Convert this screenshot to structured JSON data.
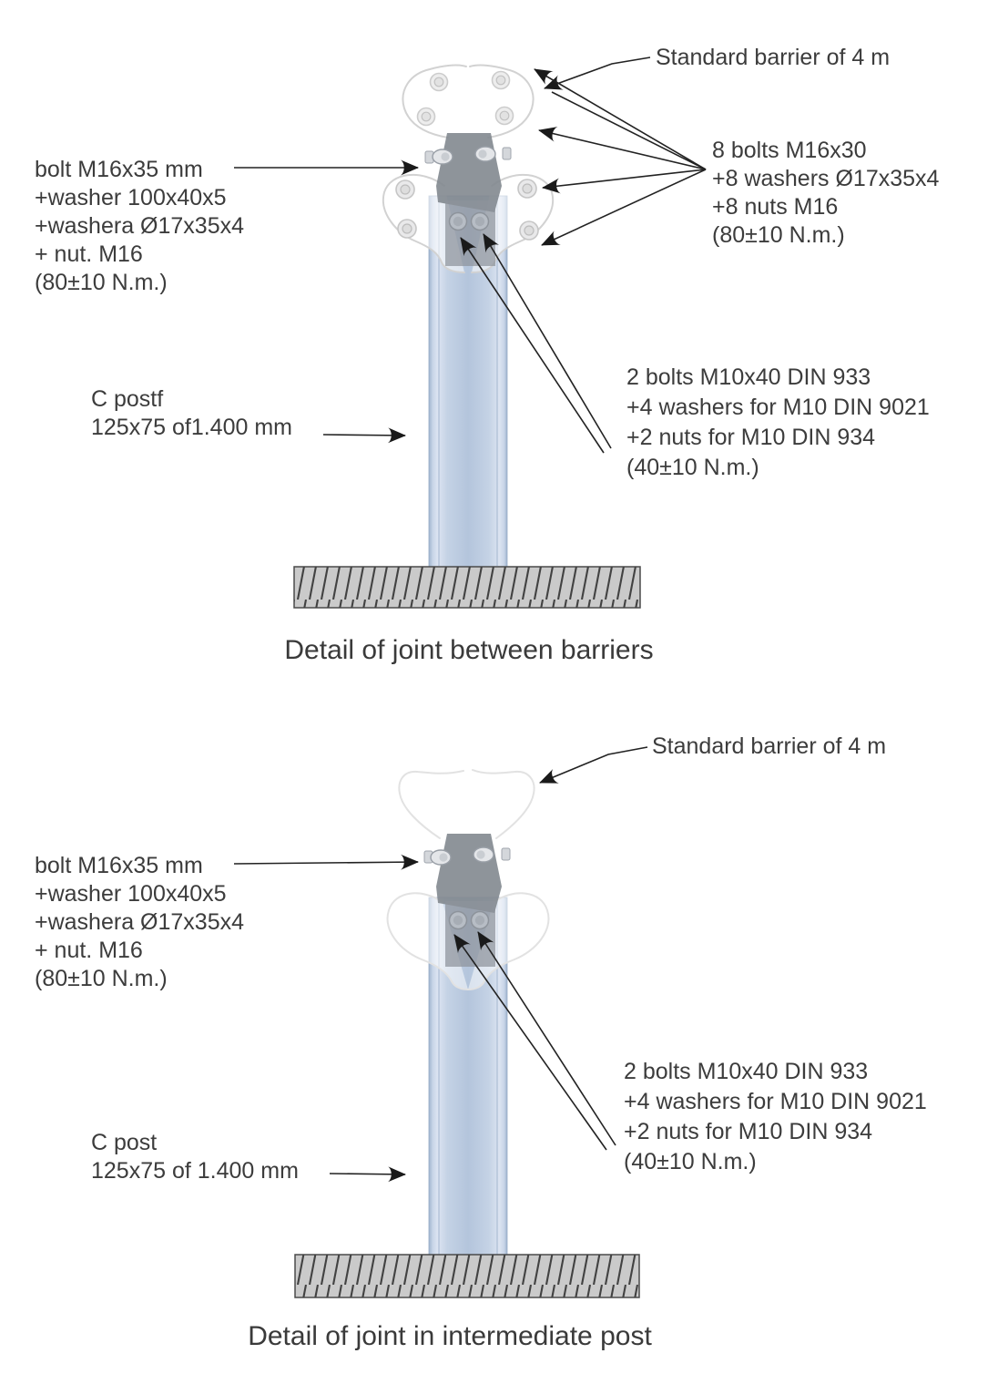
{
  "d1": {
    "caption": "Detail of joint between barriers",
    "standard_barrier": "Standard barrier of 4 m",
    "bolt_left": [
      "bolt M16x35 mm",
      "+washer 100x40x5",
      "+washera Ø17x35x4",
      "+ nut. M16",
      "(80±10 N.m.)"
    ],
    "bolts_8": [
      "8 bolts M16x30",
      "+8 washers Ø17x35x4",
      "+8 nuts M16",
      "(80±10 N.m.)"
    ],
    "c_post": [
      "C postf",
      "125x75 of1.400 mm"
    ],
    "bolts_2": [
      "2 bolts M10x40 DIN 933",
      "+4 washers for M10 DIN 9021",
      "+2 nuts for M10 DIN 934",
      "(40±10 N.m.)"
    ]
  },
  "d2": {
    "caption": "Detail of joint in intermediate post",
    "standard_barrier": "Standard barrier of 4 m",
    "bolt_left": [
      "bolt M16x35 mm",
      "+washer 100x40x5",
      "+washera Ø17x35x4",
      "+ nut. M16",
      "(80±10 N.m.)"
    ],
    "c_post": [
      "C post",
      "125x75 of 1.400 mm"
    ],
    "bolts_2": [
      "2 bolts M10x40 DIN 933",
      "+4 washers for M10 DIN 9021",
      "+2 nuts for M10 DIN 934",
      "(40±10 N.m.)"
    ]
  },
  "colors": {
    "post_blue": "#b6c7dd",
    "post_blue_highlight": "#dce4f1",
    "post_blue_edge": "#9fb4ce",
    "bracket_gray": "#878d95",
    "bolt_gray": "#c2c8cf",
    "ghost_outline": "#d2d2d2",
    "ground_fill": "#cacaca",
    "ground_hatch": "#424242",
    "line_black": "#222222",
    "text_gray": "#3c3c3c"
  }
}
